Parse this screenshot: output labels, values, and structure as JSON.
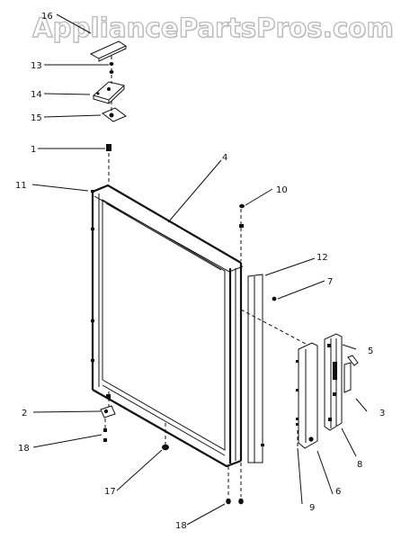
{
  "watermark": {
    "text": "AppliancePartsPros.com"
  },
  "callouts": [
    {
      "id": "16",
      "label": "16"
    },
    {
      "id": "13",
      "label": "13"
    },
    {
      "id": "14",
      "label": "14"
    },
    {
      "id": "15",
      "label": "15"
    },
    {
      "id": "1",
      "label": "1"
    },
    {
      "id": "11",
      "label": "11"
    },
    {
      "id": "4",
      "label": "4"
    },
    {
      "id": "10",
      "label": "10"
    },
    {
      "id": "12",
      "label": "12"
    },
    {
      "id": "7",
      "label": "7"
    },
    {
      "id": "5",
      "label": "5"
    },
    {
      "id": "3",
      "label": "3"
    },
    {
      "id": "2",
      "label": "2"
    },
    {
      "id": "18a",
      "label": "18"
    },
    {
      "id": "8",
      "label": "8"
    },
    {
      "id": "6",
      "label": "6"
    },
    {
      "id": "9",
      "label": "9"
    },
    {
      "id": "17",
      "label": "17"
    },
    {
      "id": "18b",
      "label": "18"
    }
  ],
  "colors": {
    "ink": "#111111",
    "watermark_outline": "#b9b9b9",
    "background": "#ffffff"
  }
}
